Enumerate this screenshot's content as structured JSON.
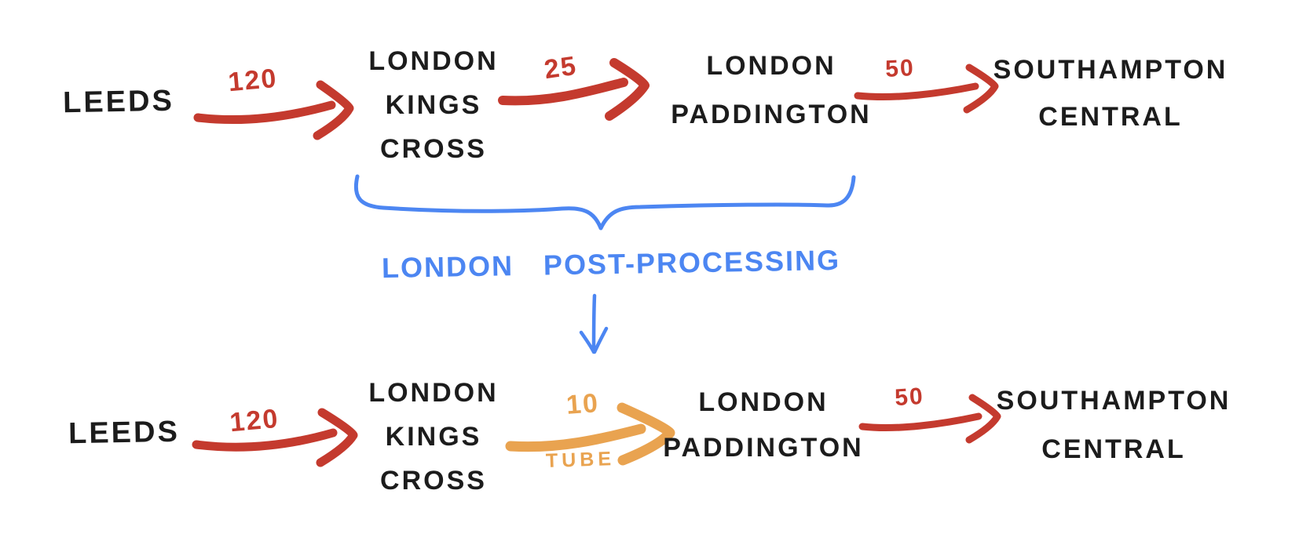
{
  "colors": {
    "red": "#c43a2e",
    "orange": "#e9a350",
    "blue": "#4c86f2",
    "ink": "#1c1c1c",
    "background": "#ffffff"
  },
  "top_flow": {
    "nodes": [
      {
        "name": "leeds",
        "lines": [
          "LEEDS"
        ]
      },
      {
        "name": "london-kings-cross",
        "lines": [
          "LONDON",
          "KINGS",
          "CROSS"
        ]
      },
      {
        "name": "london-paddington",
        "lines": [
          "LONDON",
          "PADDINGTON"
        ]
      },
      {
        "name": "southampton-central",
        "lines": [
          "SOUTHAMPTON",
          "CENTRAL"
        ]
      }
    ],
    "edges": [
      {
        "label": "120",
        "color": "red"
      },
      {
        "label": "25",
        "color": "red"
      },
      {
        "label": "50",
        "color": "red"
      }
    ]
  },
  "annotation": {
    "label": "LONDON POST-PROCESSING",
    "color": "blue"
  },
  "bottom_flow": {
    "nodes": [
      {
        "name": "leeds",
        "lines": [
          "LEEDS"
        ]
      },
      {
        "name": "london-kings-cross",
        "lines": [
          "LONDON",
          "KINGS",
          "CROSS"
        ]
      },
      {
        "name": "london-paddington",
        "lines": [
          "LONDON",
          "PADDINGTON"
        ]
      },
      {
        "name": "southampton-central",
        "lines": [
          "SOUTHAMPTON",
          "CENTRAL"
        ]
      }
    ],
    "edges": [
      {
        "label": "120",
        "color": "red"
      },
      {
        "label": "10",
        "sublabel": "TUBE",
        "color": "orange"
      },
      {
        "label": "50",
        "color": "red"
      }
    ]
  }
}
